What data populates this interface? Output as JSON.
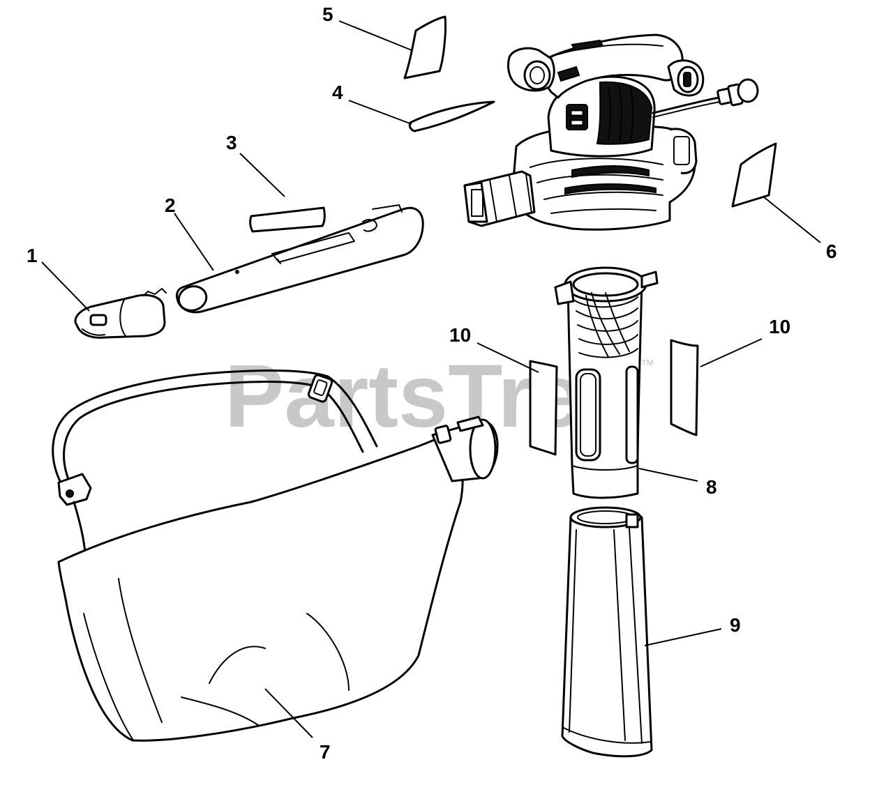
{
  "watermark": {
    "text": "PartsTree",
    "mark": "™"
  },
  "callouts": [
    "1",
    "2",
    "3",
    "4",
    "5",
    "6",
    "7",
    "8",
    "9",
    "10",
    "10"
  ]
}
